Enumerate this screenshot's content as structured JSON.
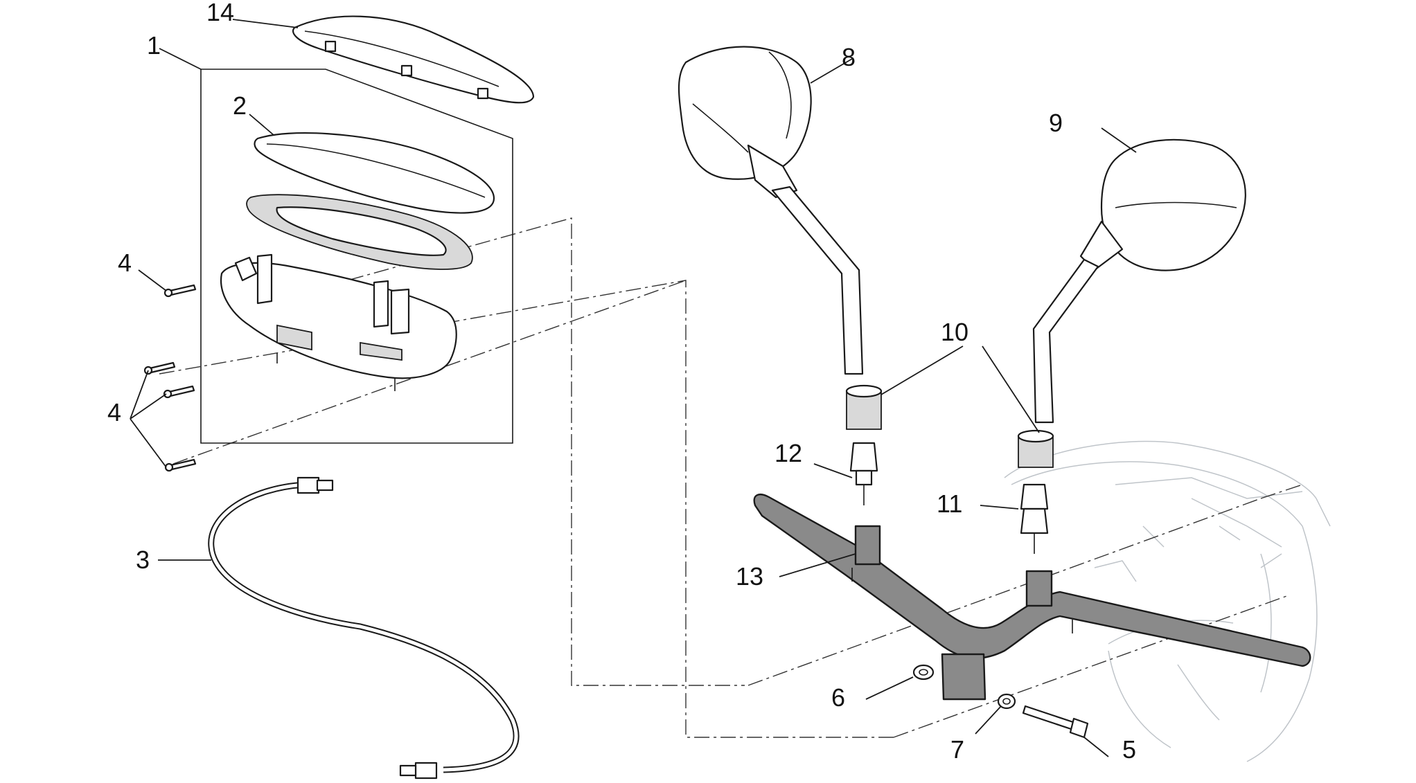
{
  "diagram": {
    "callouts": [
      "1",
      "2",
      "3",
      "4",
      "4",
      "5",
      "6",
      "7",
      "8",
      "9",
      "10",
      "11",
      "12",
      "13",
      "14"
    ]
  }
}
